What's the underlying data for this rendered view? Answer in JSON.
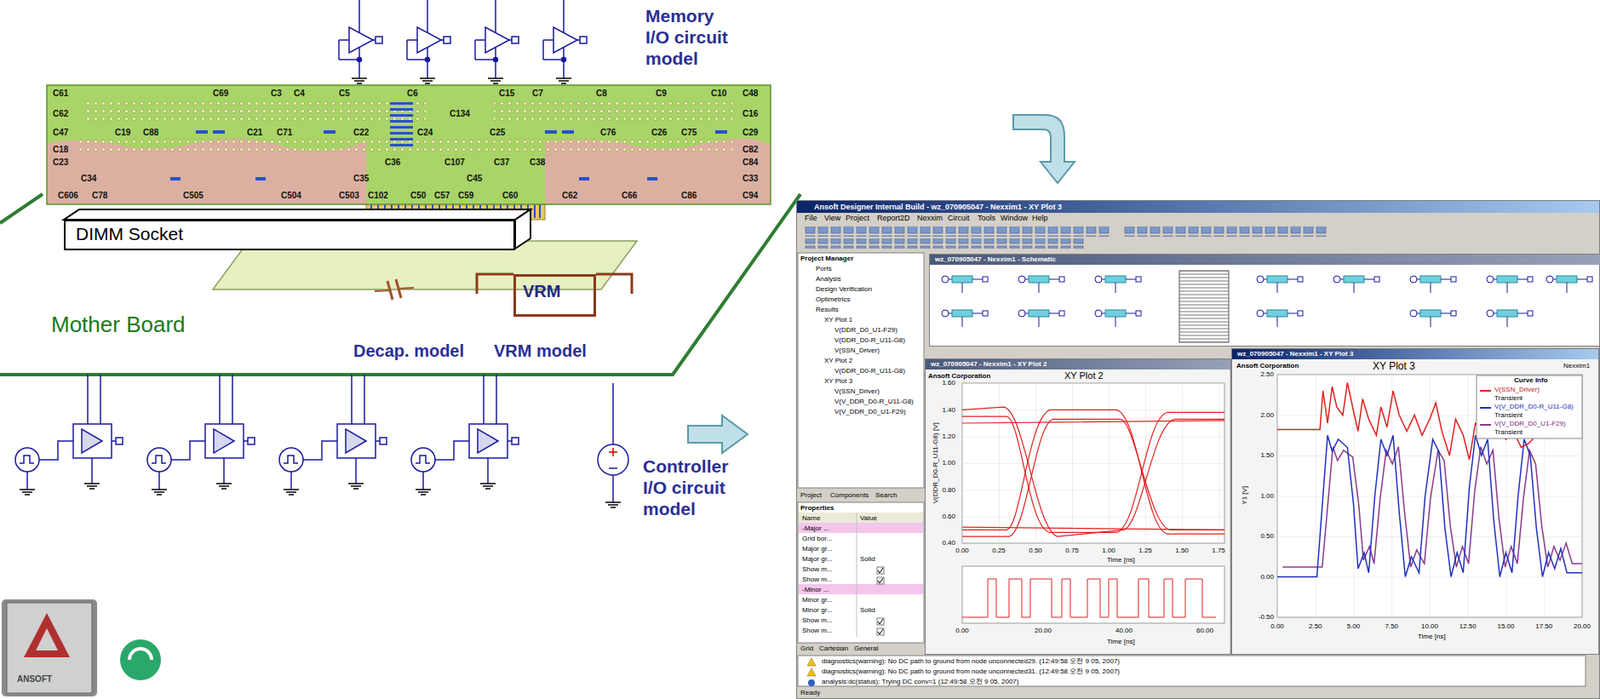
{
  "diagram": {
    "nodes": [
      {
        "text": [
          "DIMM Socket"
        ]
      },
      {
        "text": [
          "VRM"
        ]
      },
      {
        "text": [
          "Ansoft Designer Internal Build - wz_070905047 - Nexxim1 - XY Plot 3"
        ]
      },
      {
        "text": [
          "wz_070905047 - Nexxim1 - Schematic"
        ],
        "in": 2
      },
      {
        "text": [
          "wz_070905047 - Nexxim1 - XY Plot 2"
        ],
        "in": 2
      },
      {
        "text": [
          "wz_070905047 - Nexxim1 - XY Plot 3"
        ],
        "in": 2
      }
    ],
    "labels": [
      "Memory I/O circuit model",
      "C61",
      "C69",
      "C3",
      "C4",
      "C5",
      "C6",
      "C15",
      "C7",
      "C8",
      "C9",
      "C10",
      "C48",
      "C62",
      "C134",
      "C16",
      "C47",
      "C19",
      "C88",
      "C21",
      "C71",
      "C22",
      "C24",
      "C25",
      "C76",
      "C26",
      "C75",
      "C29",
      "C18",
      "C82",
      "C23",
      "C36",
      "C107",
      "C37",
      "C38",
      "C84",
      "C34",
      "C35",
      "C45",
      "C33",
      "C606",
      "C78",
      "C505",
      "C504",
      "C503",
      "C102",
      "C50",
      "C57",
      "C59",
      "C60",
      "C62",
      "C66",
      "C86",
      "C94",
      "Mother Board",
      "Decap. model",
      "VRM model",
      "Controller I/O circuit model",
      "ANSOFT",
      "File",
      "View",
      "Project",
      "Report2D",
      "Nexxim",
      "Circuit",
      "Tools",
      "Window",
      "Help",
      "Project Manager",
      "Ports",
      "Analysis",
      "Design Verification",
      "Optimetrics",
      "Results",
      "XY Plot 1",
      "V(DDR_D0_U1-F29)",
      "V(DDR_D0-R_U11-G8)",
      "V(SSN_Driver)",
      "XY Plot 2",
      "V(DDR_D0-R_U11-G8)",
      "XY Plot 3",
      "V(SSN_Driver)",
      "V(V_DDR_D0-R_U11-G8)",
      "V(V_DDR_D0_U1-F29)",
      "Project",
      "Components",
      "Search",
      "Properties",
      "Name",
      "Value",
      "-Major ...",
      "Grid bor...",
      "Major gr...",
      "Major gr...",
      "Solid",
      "Show m...",
      "Show m...",
      "-Minor ...",
      "Minor gr...",
      "Minor gr...",
      "Solid",
      "Show m...",
      "Show m...",
      "Grid",
      "Cartesian",
      "General",
      "diagnostics(warning): No DC path to ground from node unconnected29. (12:49:58 오전 9 05, 2007)",
      "diagnostics(warning): No DC path to ground from node unconnected31. (12:49:58 오전 9 05, 2007)",
      "analysis:dc(status): Trying DC conv=1 (12:49:58 오전 9 05, 2007)",
      "Ready",
      "Ansoft Corporation",
      "XY Plot 2",
      "1.60",
      "1.40",
      "1.20",
      "1.00",
      "0.80",
      "0.60",
      "0.40",
      "0.00",
      "0.25",
      "0.50",
      "0.75",
      "1.00",
      "1.25",
      "1.50",
      "1.75",
      "Time [ns]",
      "0.00",
      "20.00",
      "40.00",
      "60.00",
      "Time [ns]",
      "V(DDR_D0-R_U11-G8) [V]",
      "Ansoft Corporation",
      "XY Plot 3",
      "Nexxim1",
      "2.50",
      "2.00",
      "1.50",
      "1.00",
      "0.50",
      "0.00",
      "-0.50",
      "0.00",
      "2.50",
      "5.00",
      "7.50",
      "10.00",
      "12.50",
      "15.00",
      "17.50",
      "20.00",
      "Time [ns]",
      "Y1 [V]",
      "Curve Info",
      "Transient",
      "Transient",
      "Transient"
    ],
    "legend": [
      {
        "text": "V(SSN_Driver)"
      },
      {
        "text": "V(V_DDR_D0-R_U11-G8)"
      },
      {
        "text": "V(V_DDR_D0_U1-F29)"
      }
    ]
  }
}
